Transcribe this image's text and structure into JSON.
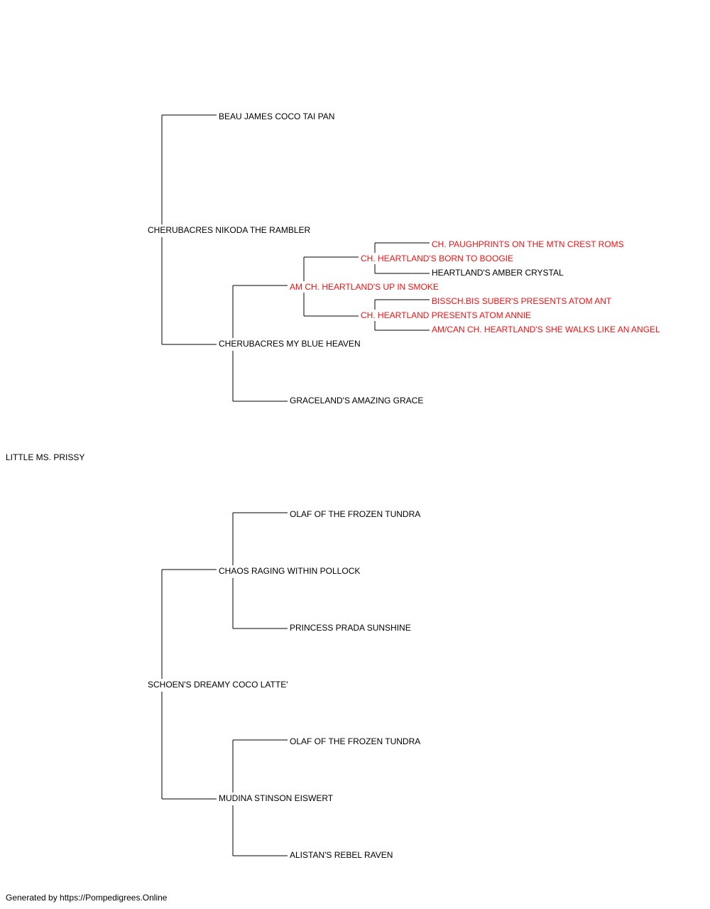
{
  "pedigree": {
    "subject": "LITTLE MS. PRISSY",
    "sire": "CHERUBACRES NIKODA THE RAMBLER",
    "sire_sire": "BEAU JAMES COCO TAI PAN",
    "sire_dam": "CHERUBACRES MY BLUE HEAVEN",
    "sire_dam_sire": "AM CH. HEARTLAND'S UP IN SMOKE",
    "sire_dam_sire_sire": "CH. HEARTLAND'S BORN TO BOOGIE",
    "sire_dam_sire_sire_sire": "CH. PAUGHPRINTS ON THE MTN CREST ROMS",
    "sire_dam_sire_sire_dam": "HEARTLAND'S AMBER CRYSTAL",
    "sire_dam_sire_dam": "CH. HEARTLAND PRESENTS ATOM ANNIE",
    "sire_dam_sire_dam_sire": "BISSCH.BIS SUBER'S PRESENTS ATOM ANT",
    "sire_dam_sire_dam_dam": "AM/CAN CH. HEARTLAND'S SHE WALKS LIKE AN ANGEL",
    "sire_dam_dam": "GRACELAND'S AMAZING GRACE",
    "dam": "SCHOEN'S DREAMY COCO LATTE'",
    "dam_sire": "CHAOS RAGING WITHIN POLLOCK",
    "dam_sire_sire": "OLAF OF THE FROZEN TUNDRA",
    "dam_sire_dam": "PRINCESS PRADA SUNSHINE",
    "dam_dam": "MUDINA STINSON EISWERT",
    "dam_dam_sire": "OLAF OF THE FROZEN TUNDRA",
    "dam_dam_dam": "ALISTAN'S REBEL RAVEN"
  },
  "colors": {
    "champion": "#ee1111",
    "normal": "#000000",
    "line": "#000000"
  },
  "footer": "Generated by https://Pompedigrees.Online"
}
